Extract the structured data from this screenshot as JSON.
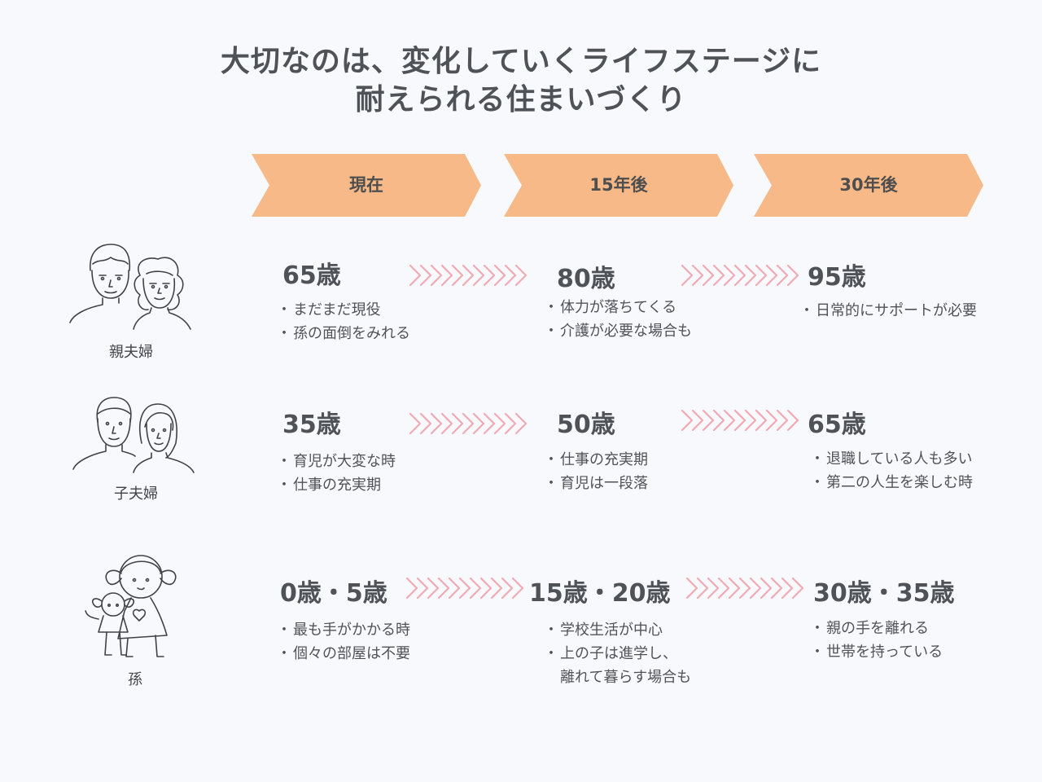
{
  "title": {
    "line1": "大切なのは、変化していくライフステージに",
    "line2": "耐えられる住まいづくり"
  },
  "stages": [
    "現在",
    "15年後",
    "30年後"
  ],
  "colors": {
    "stage_fill": "#f6b987",
    "chevron": "#f1aab4",
    "text": "#4f5357",
    "background": "#f8f9fc"
  },
  "rows": [
    {
      "person": "親夫婦",
      "icon": "elderly-couple-icon",
      "cells": [
        {
          "age": "65歳",
          "notes": [
            "まだまだ現役",
            "孫の面倒をみれる"
          ]
        },
        {
          "age": "80歳",
          "notes": [
            "体力が落ちてくる",
            "介護が必要な場合も"
          ]
        },
        {
          "age": "95歳",
          "notes": [
            "日常的にサポートが必要"
          ]
        }
      ]
    },
    {
      "person": "子夫婦",
      "icon": "adult-couple-icon",
      "cells": [
        {
          "age": "35歳",
          "notes": [
            "育児が大変な時",
            "仕事の充実期"
          ]
        },
        {
          "age": "50歳",
          "notes": [
            "仕事の充実期",
            "育児は一段落"
          ]
        },
        {
          "age": "65歳",
          "notes": [
            "退職している人も多い",
            "第二の人生を楽しむ時"
          ]
        }
      ]
    },
    {
      "person": "孫",
      "icon": "children-icon",
      "cells": [
        {
          "age": "0歳・5歳",
          "notes": [
            "最も手がかかる時",
            "個々の部屋は不要"
          ]
        },
        {
          "age": "15歳・20歳",
          "notes": [
            "学校生活が中心",
            "上の子は進学し、",
            "離れて暮らす場合も"
          ]
        },
        {
          "age": "30歳・35歳",
          "notes": [
            "親の手を離れる",
            "世帯を持っている"
          ]
        }
      ]
    }
  ]
}
